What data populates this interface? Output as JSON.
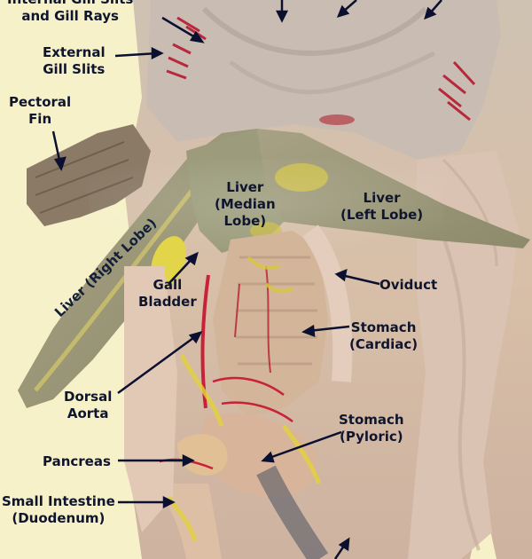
{
  "labels": {
    "gill_rays": [
      "Internal Gill Slits",
      "and Gill Rays"
    ],
    "external_gill": [
      "External",
      "Gill Slits"
    ],
    "pectoral": [
      "Pectoral",
      "Fin"
    ],
    "liver_right": "Liver (Right Lobe)",
    "liver_median": [
      "Liver",
      "(Median",
      "Lobe)"
    ],
    "liver_left": [
      "Liver",
      "(Left Lobe)"
    ],
    "gall": [
      "Gall",
      "Bladder"
    ],
    "oviduct": "Oviduct",
    "stomach_cardiac": [
      "Stomach",
      "(Cardiac)"
    ],
    "dorsal_aorta": [
      "Dorsal",
      "Aorta"
    ],
    "stomach_pyloric": [
      "Stomach",
      "(Pyloric)"
    ],
    "pancreas": "Pancreas",
    "small_intestine": [
      "Small Intestine",
      "(Duodenum)"
    ]
  },
  "colors": {
    "background": "#f6f1c8",
    "label_text": "#10152e",
    "arrow": "#0c1030",
    "liver": "#9a9a7a",
    "tissue": "#dcc8b4",
    "blood": "#c8223a",
    "fat": "#e2d040"
  }
}
